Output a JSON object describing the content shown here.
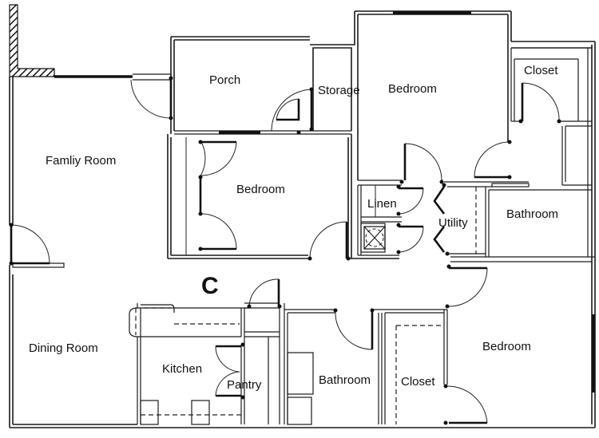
{
  "plan": {
    "unit_label": "C",
    "rooms": {
      "porch": "Porch",
      "storage": "Storage",
      "bedroom_top": "Bedroom",
      "closet_top": "Closet",
      "family_room": "Famliy Room",
      "bedroom_middle": "Bedroom",
      "linen": "Linen",
      "utility": "Utility",
      "bathroom_top": "Bathroom",
      "dining_room": "Dining Room",
      "kitchen": "Kitchen",
      "pantry": "Pantry",
      "bathroom_bottom": "Bathroom",
      "closet_bottom": "Closet",
      "bedroom_bottom": "Bedroom"
    },
    "icons": {
      "hvac": "hvac-unit-icon"
    },
    "colors": {
      "ink": "#1a1a1a",
      "paper": "#ffffff"
    }
  }
}
